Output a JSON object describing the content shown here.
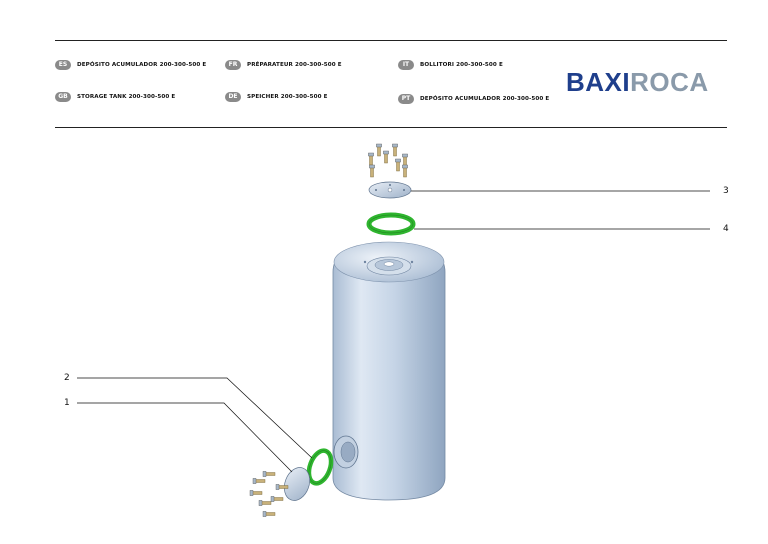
{
  "header": {
    "languages": [
      {
        "code": "ES",
        "text": "DEPÓSITO ACUMULADOR 200-300-500 E"
      },
      {
        "code": "FR",
        "text": "PRÉPARATEUR 200-300-500 E"
      },
      {
        "code": "IT",
        "text": "BOLLITORI 200-300-500 E"
      },
      {
        "code": "GB",
        "text": "STORAGE TANK 200-300-500 E"
      },
      {
        "code": "DE",
        "text": "SPEICHER 200-300-500 E"
      },
      {
        "code": "PT",
        "text": "DEPÓSITO ACUMULADOR 200-300-500 E"
      }
    ],
    "logo_part1": "BAXI",
    "logo_part2": "ROCA",
    "logo_colors": {
      "baxi": "#1f3f8c",
      "roca": "#8a9aaa"
    }
  },
  "callouts": {
    "c1": "1",
    "c2": "2",
    "c3": "3",
    "c4": "4"
  },
  "drawing": {
    "gasket_color": "#2fb52f",
    "tank_color": "#c7d5e6"
  }
}
